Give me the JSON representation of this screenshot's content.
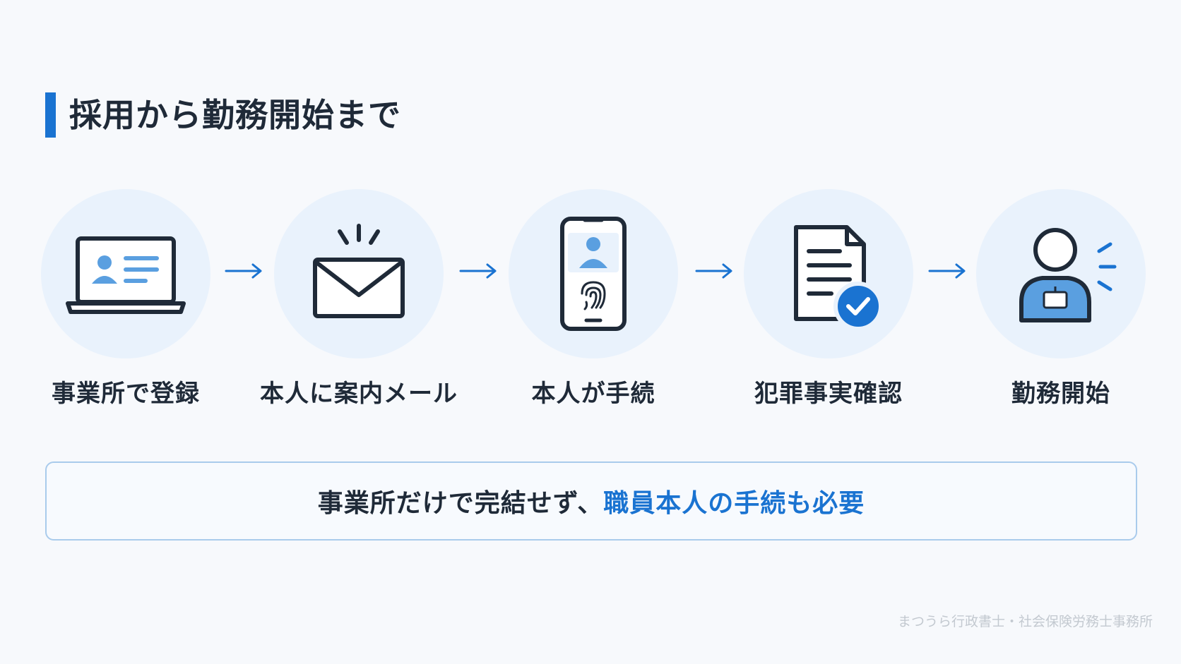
{
  "title": "採用から勤務開始まで",
  "steps": [
    {
      "label": "事業所で登録",
      "icon": "laptop-profile-icon"
    },
    {
      "label": "本人に案内メール",
      "icon": "mail-notification-icon"
    },
    {
      "label": "本人が手続",
      "icon": "smartphone-fingerprint-icon"
    },
    {
      "label": "犯罪事実確認",
      "icon": "document-check-icon"
    },
    {
      "label": "勤務開始",
      "icon": "staff-badge-icon"
    }
  ],
  "note": {
    "text_plain": "事業所だけで完結せず、",
    "text_highlight": "職員本人の手続も必要"
  },
  "footer": "まつうら行政書士・社会保険労務士事務所",
  "colors": {
    "accent": "#1a73d1",
    "icon_dark": "#1f2a38",
    "icon_light": "#5a9fe0",
    "circle_bg": "#e9f2fc",
    "box_border": "#a9cbec"
  }
}
